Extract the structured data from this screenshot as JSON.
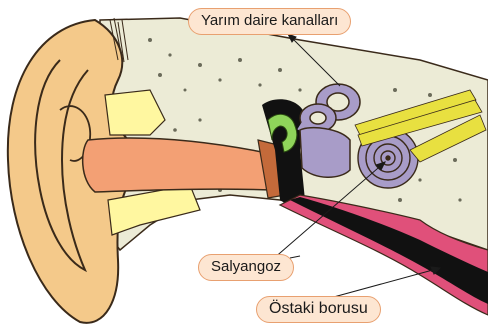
{
  "labels": {
    "semicircular_canals": "Yarım daire kanalları",
    "cochlea": "Salyangoz",
    "eustachian_tube": "Östaki borusu"
  },
  "colors": {
    "skin": "#f4c98a",
    "skin_outline": "#3a2a1a",
    "ear_canal": "#f3a074",
    "bone": "#ecebd6",
    "bone_dots": "#6b6b5a",
    "cartilage": "#fff7a0",
    "labyrinth": "#a89cc8",
    "nerve": "#e8e040",
    "ossicles": "#8fd45a",
    "tube_red": "#e0507a",
    "tube_black": "#111111",
    "label_fill": "#fde6d2",
    "label_border": "#e8a070"
  }
}
